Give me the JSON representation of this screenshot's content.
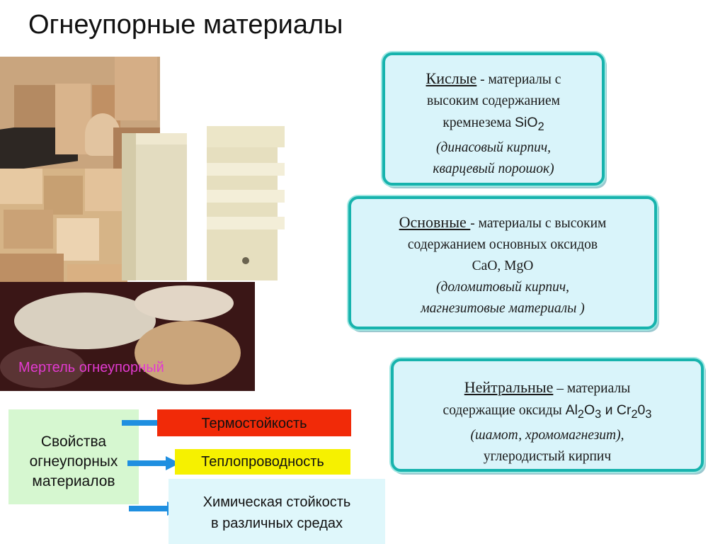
{
  "title": "Огнеупорные материалы",
  "photo_caption": "Мертель огнеупорный",
  "cards": {
    "acid": {
      "term": "Кислые",
      "dash": " - ",
      "line1": "материалы с",
      "line2": "высоким содержанием",
      "line3_prefix": "кремнезема ",
      "formula_main": "SiO",
      "formula_sub": "2",
      "examples_line1": "(динасовый кирпич,",
      "examples_line2": "кварцевый порошок)"
    },
    "basic": {
      "term": "Основные ",
      "dash": "- ",
      "line1": "материалы с высоким",
      "line2": "содержанием основных оксидов",
      "line3": "CaO, MgO",
      "examples_line1": "(доломитовый кирпич,",
      "examples_line2": "магнезитовые материалы )"
    },
    "neutral": {
      "term": "Нейтральные",
      "dash": " – ",
      "line1": "материалы",
      "line2_prefix": "содержащие оксиды ",
      "f1_a": "Al",
      "f1_s1": "2",
      "f1_b": "O",
      "f1_s2": "3",
      "f_and": " и ",
      "f2_a": "Cr",
      "f2_s1": "2",
      "f2_b": "0",
      "f2_s2": "3",
      "examples_line": "(шамот, хромомагнезит),",
      "line4": "углеродистый кирпич"
    }
  },
  "properties": {
    "heading_line1": "Свойства",
    "heading_line2": "огнеупорных",
    "heading_line3": "материалов",
    "items": [
      {
        "line1": "Термостойкость",
        "color": "#f12a08"
      },
      {
        "line1": "Теплопроводность",
        "color": "#f6f100"
      },
      {
        "line1": "Химическая стойкость",
        "line2": "в различных средах",
        "color": "#dff7fb"
      }
    ]
  },
  "colors": {
    "card_border": "#17b3ad",
    "card_fill": "#d9f4fa",
    "arrow": "#1f8fe0",
    "caption": "#e23ad0"
  },
  "icons": [
    "arrow-right-icon"
  ]
}
